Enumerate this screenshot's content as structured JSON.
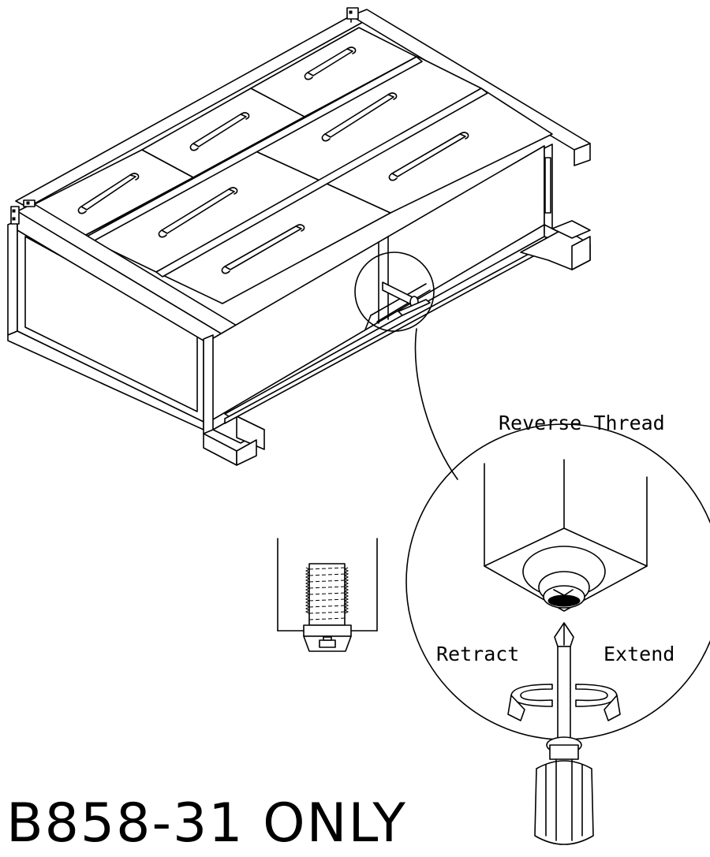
{
  "labels": {
    "reverse_thread": "Reverse Thread",
    "retract": "Retract",
    "extend": "Extend",
    "model_note": "B858-31 ONLY"
  }
}
